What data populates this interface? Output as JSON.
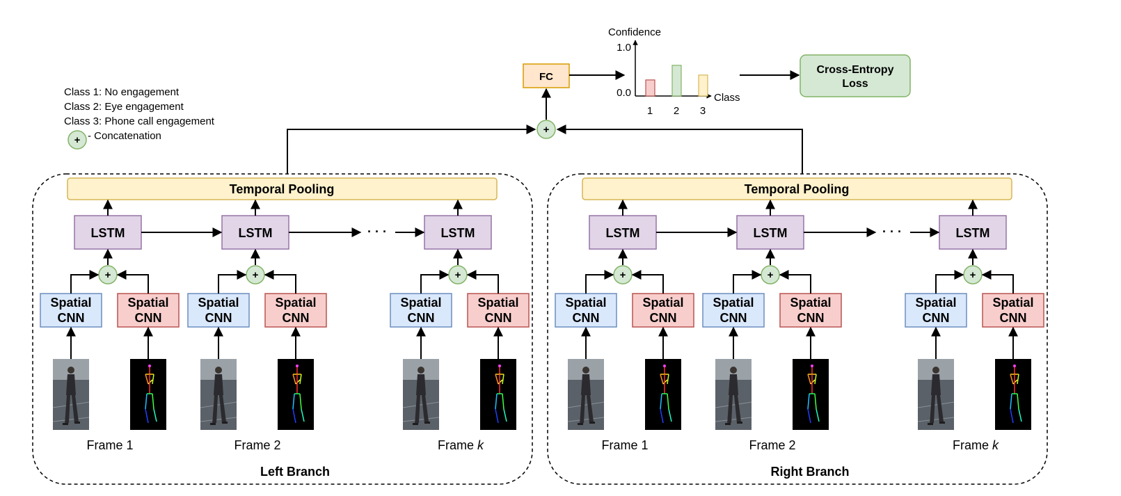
{
  "legend": {
    "class1": "Class 1: No engagement",
    "class2": "Class 2: Eye engagement",
    "class3": "Class 3: Phone call engagement",
    "concat_symbol": "+",
    "concat": "- Concatenation"
  },
  "fc_label": "FC",
  "loss_label_line1": "Cross-Entropy",
  "loss_label_line2": "Loss",
  "top_concat_symbol": "+",
  "confidence_chart": {
    "ylabel": "Confidence",
    "xlabel": "Class",
    "ymax_tick": "1.0",
    "ymin_tick": "0.0",
    "categories": [
      "1",
      "2",
      "3"
    ],
    "values": [
      0.33,
      0.63,
      0.43
    ],
    "colors": [
      "#f8cecc",
      "#d5e8d4",
      "#fff2cc"
    ],
    "stroke_colors": [
      "#b85450",
      "#82b366",
      "#d6b656"
    ]
  },
  "branches": [
    {
      "name": "Left Branch",
      "pooling": "Temporal Pooling",
      "lstm": [
        "LSTM",
        "LSTM",
        "LSTM"
      ],
      "ellipsis": "· · ·",
      "concat_symbol": "+",
      "cnn_line1": "Spatial",
      "cnn_line2": "CNN",
      "frames": [
        "Frame 1",
        "Frame 2"
      ],
      "frame_k_prefix": "Frame ",
      "frame_k_var": "k"
    },
    {
      "name": "Right Branch",
      "pooling": "Temporal Pooling",
      "lstm": [
        "LSTM",
        "LSTM",
        "LSTM"
      ],
      "ellipsis": "· · ·",
      "concat_symbol": "+",
      "cnn_line1": "Spatial",
      "cnn_line2": "CNN",
      "frames": [
        "Frame 1",
        "Frame 2"
      ],
      "frame_k_prefix": "Frame ",
      "frame_k_var": "k"
    }
  ],
  "colors": {
    "lstm_fill": "#e1d5e7",
    "lstm_stroke": "#9673a6",
    "rgb_cnn_fill": "#dae8fc",
    "rgb_cnn_stroke": "#6c8ebf",
    "pose_cnn_fill": "#f8cecc",
    "pose_cnn_stroke": "#b85450",
    "pool_fill": "#fff2cc",
    "pool_stroke": "#d6b656",
    "concat_fill": "#d5e8d4",
    "concat_stroke": "#82b366",
    "fc_fill": "#ffe6cc",
    "fc_stroke": "#d79b00",
    "loss_fill": "#d5e8d4",
    "loss_stroke": "#82b366"
  }
}
